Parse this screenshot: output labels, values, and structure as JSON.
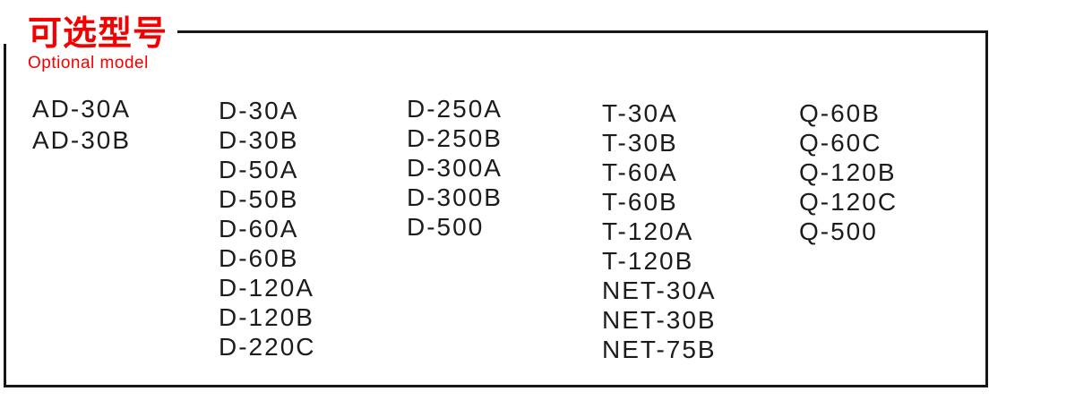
{
  "section": {
    "title": "可选型号",
    "subtitle": "Optional model",
    "accent_color": "#f40000",
    "border_color": "#161616",
    "text_color": "#1c1c1c"
  },
  "columns": [
    [
      "AD-30A",
      "AD-30B"
    ],
    [
      "D-30A",
      "D-30B",
      "D-50A",
      "D-50B",
      "D-60A",
      "D-60B",
      "D-120A",
      "D-120B",
      "D-220C"
    ],
    [
      "D-250A",
      "D-250B",
      "D-300A",
      "D-300B",
      "D-500"
    ],
    [
      "T-30A",
      "T-30B",
      "T-60A",
      "T-60B",
      "T-120A",
      "T-120B",
      "NET-30A",
      "NET-30B",
      "NET-75B"
    ],
    [
      "Q-60B",
      "Q-60C",
      "Q-120B",
      "Q-120C",
      "Q-500"
    ]
  ]
}
